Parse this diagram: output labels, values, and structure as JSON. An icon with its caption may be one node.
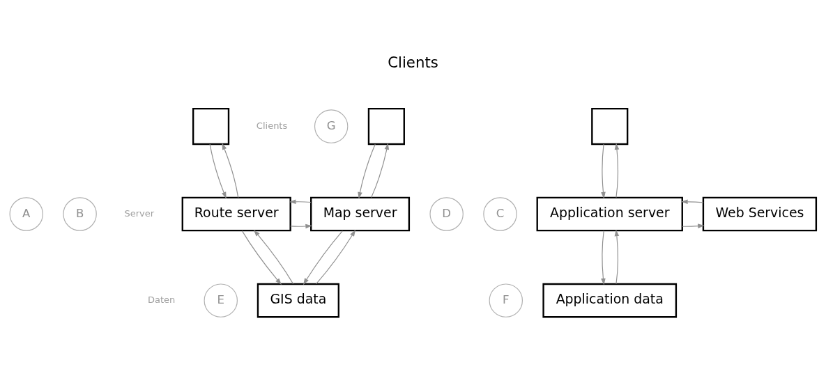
{
  "diagram": {
    "title": "Clients",
    "nodes": [
      {
        "text": [
          "G"
        ]
      },
      {
        "text": [],
        "shape": "box"
      },
      {
        "text": [],
        "shape": "box"
      },
      {
        "text": [],
        "shape": "box"
      },
      {
        "text": [
          "Route server"
        ]
      },
      {
        "text": [
          "A"
        ]
      },
      {
        "text": [
          "Map server"
        ]
      },
      {
        "text": [
          "B"
        ]
      },
      {
        "text": [
          "Application server"
        ]
      },
      {
        "text": [
          "C"
        ]
      },
      {
        "text": [
          "D"
        ]
      },
      {
        "text": [
          "Web Services"
        ]
      },
      {
        "text": [
          "E"
        ]
      },
      {
        "text": [
          "GIS data"
        ]
      },
      {
        "text": [
          "F"
        ]
      },
      {
        "text": [
          "Application data"
        ]
      }
    ],
    "edges": [
      {
        "from": 4,
        "to": 1,
        "arrow": "to"
      },
      {
        "from": 1,
        "to": 4,
        "arrow": "to"
      },
      {
        "from": 6,
        "to": 2,
        "arrow": "to"
      },
      {
        "from": 2,
        "to": 6,
        "arrow": "to"
      },
      {
        "from": 8,
        "to": 3,
        "arrow": "to"
      },
      {
        "from": 3,
        "to": 8,
        "arrow": "to"
      },
      {
        "from": 4,
        "to": 6,
        "arrow": "to"
      },
      {
        "from": 6,
        "to": 4,
        "arrow": "to"
      },
      {
        "from": 8,
        "to": 11,
        "arrow": "to"
      },
      {
        "from": 11,
        "to": 8,
        "arrow": "to"
      },
      {
        "from": 13,
        "to": 4,
        "arrow": "to"
      },
      {
        "from": 4,
        "to": 13,
        "arrow": "to"
      },
      {
        "from": 13,
        "to": 6,
        "arrow": "to"
      },
      {
        "from": 6,
        "to": 13,
        "arrow": "to"
      },
      {
        "from": 15,
        "to": 8,
        "arrow": "to"
      },
      {
        "from": 8,
        "to": 15,
        "arrow": "to"
      }
    ],
    "labels": [
      "Clients",
      "Server",
      "Daten"
    ]
  }
}
